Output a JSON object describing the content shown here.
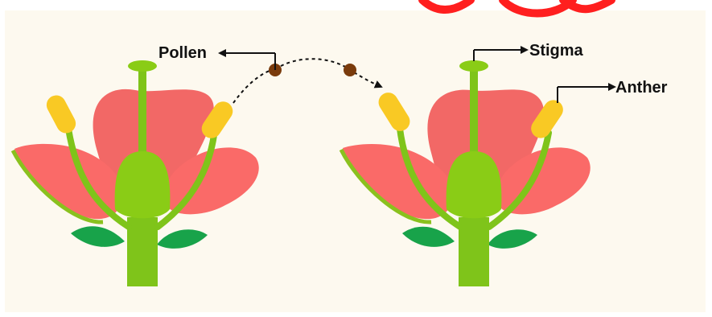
{
  "labels": {
    "pollen": "Pollen",
    "stigma": "Stigma",
    "anther": "Anther"
  },
  "colors": {
    "background": "#fdf9ef",
    "petal_back": "#f26866",
    "petal_front": "#fa6a68",
    "stem": "#7fc41a",
    "ovary": "#8acc16",
    "sepal": "#18a34a",
    "anther": "#f9c924",
    "pollen": "#7a3b0c",
    "watermark": "#ff1f1f"
  }
}
